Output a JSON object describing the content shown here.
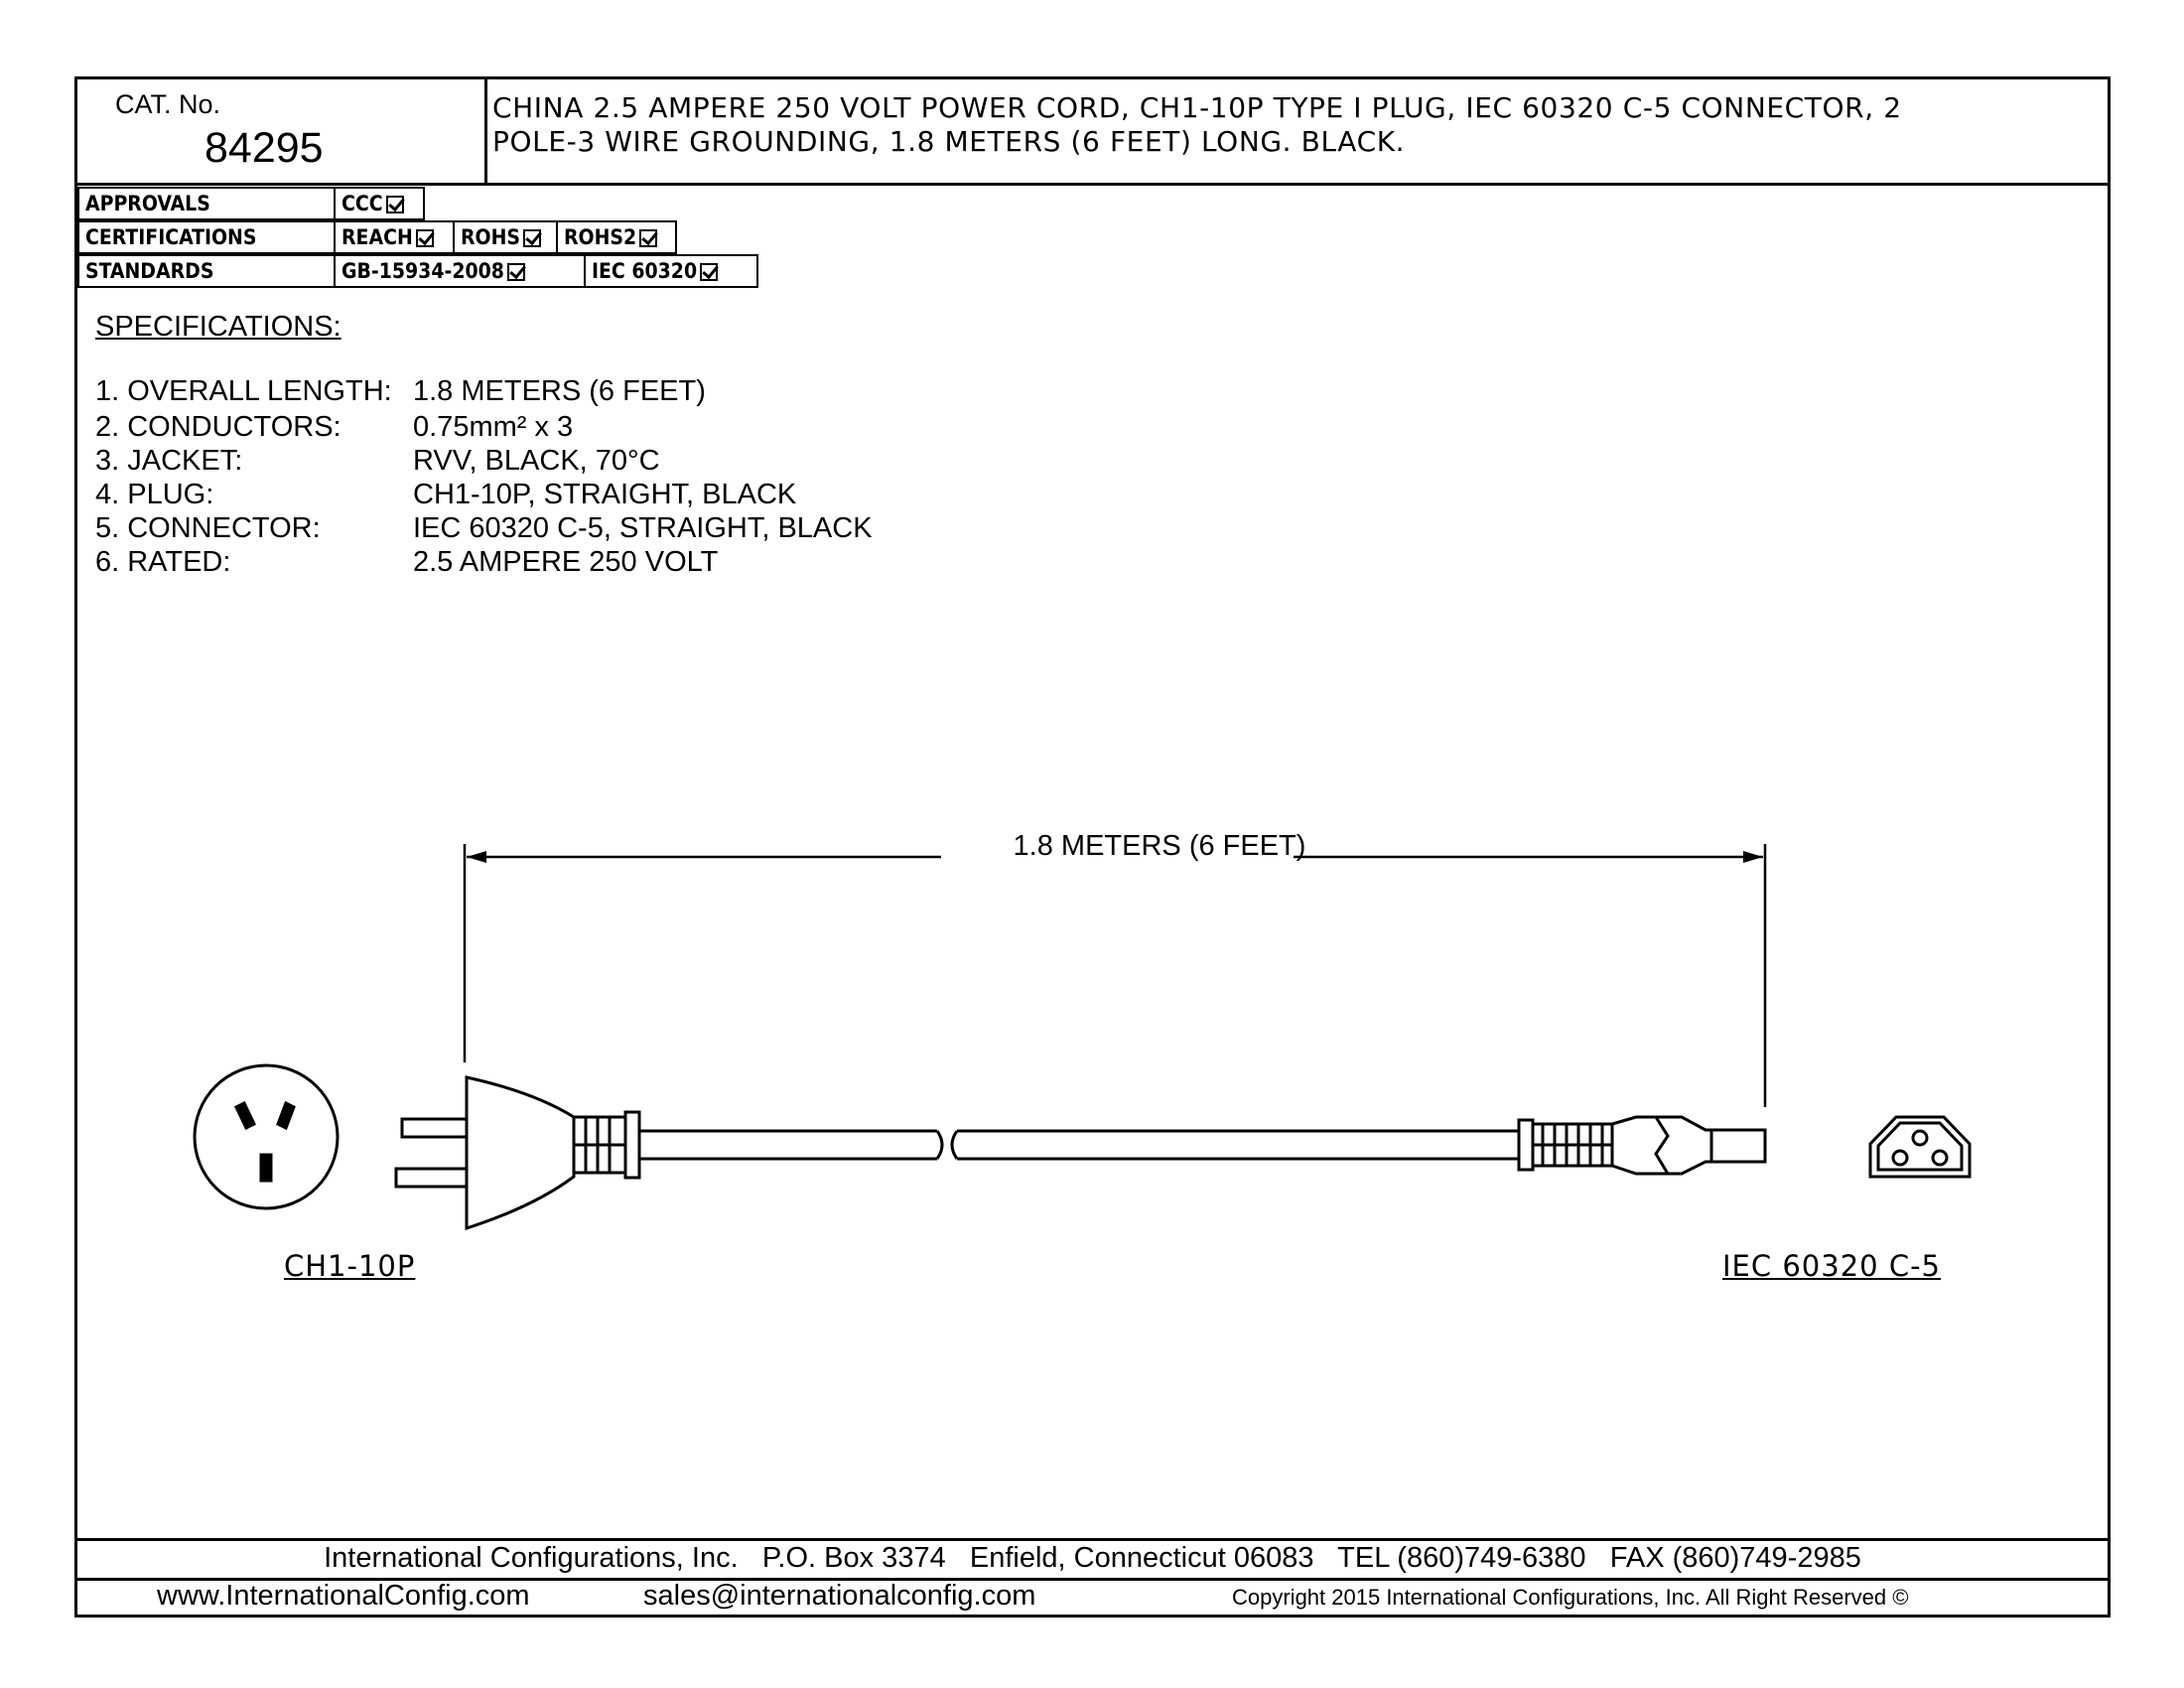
{
  "header": {
    "cat_label": "CAT. No.",
    "cat_number": "84295",
    "description_line1": "CHINA 2.5 AMPERE 250 VOLT POWER CORD, CH1-10P TYPE I PLUG, IEC 60320 C-5 CONNECTOR, 2",
    "description_line2": "POLE-3 WIRE GROUNDING, 1.8 METERS (6 FEET) LONG. BLACK."
  },
  "compliance": {
    "approvals_label": "APPROVALS",
    "approvals": [
      "CCC"
    ],
    "certifications_label": "CERTIFICATIONS",
    "certifications": [
      "REACH",
      "ROHS",
      "ROHS2"
    ],
    "standards_label": "STANDARDS",
    "standards": [
      "GB-15934-2008",
      "IEC 60320"
    ]
  },
  "specifications": {
    "heading": "SPECIFICATIONS:",
    "items": [
      {
        "label": "1. OVERALL LENGTH:",
        "value": "1.8 METERS (6 FEET)"
      },
      {
        "label": "2. CONDUCTORS:",
        "value": "0.75mm² x 3"
      },
      {
        "label": "3. JACKET:",
        "value": "RVV, BLACK, 70°C"
      },
      {
        "label": "4. PLUG:",
        "value": "CH1-10P, STRAIGHT, BLACK"
      },
      {
        "label": "5. CONNECTOR:",
        "value": "IEC 60320 C-5, STRAIGHT, BLACK"
      },
      {
        "label": "6. RATED:",
        "value": "2.5 AMPERE 250 VOLT"
      }
    ]
  },
  "drawing": {
    "dimension_label": "1.8 METERS (6 FEET)",
    "plug_label": "CH1-10P",
    "connector_label": "IEC 60320 C-5"
  },
  "footer": {
    "line1": "International Configurations, Inc.   P.O. Box 3374   Enfield, Connecticut 06083   TEL (860)749-6380   FAX (860)749-2985",
    "website": "www.InternationalConfig.com",
    "email": "sales@internationalconfig.com",
    "copyright": "Copyright 2015 International Configurations, Inc. All Right Reserved ©"
  }
}
